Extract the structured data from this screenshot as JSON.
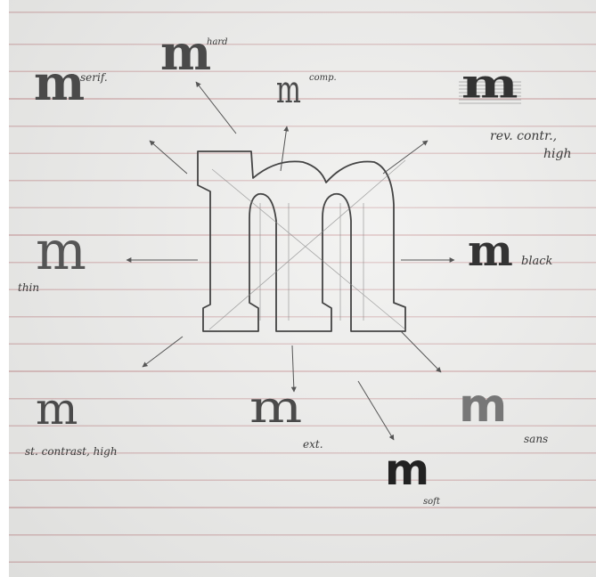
{
  "sketch": {
    "center_letter": "m",
    "variants": [
      {
        "name": "serif",
        "letter": "m",
        "label": "serif."
      },
      {
        "name": "hard",
        "letter": "m",
        "label": "hard"
      },
      {
        "name": "comp",
        "letter": "m",
        "label": "comp."
      },
      {
        "name": "reverse-contrast",
        "letter": "m",
        "label_line1": "rev. contr.,",
        "label_line2": "high"
      },
      {
        "name": "thin",
        "letter": "m",
        "label": "thin"
      },
      {
        "name": "black",
        "letter": "m",
        "label": "black"
      },
      {
        "name": "standard-contrast",
        "letter": "m",
        "label": "st. contrast, high"
      },
      {
        "name": "extended",
        "letter": "m",
        "label": "ext."
      },
      {
        "name": "sans",
        "letter": "m",
        "label": "sans"
      },
      {
        "name": "soft",
        "letter": "m",
        "label": "soft"
      }
    ],
    "colors": {
      "paper": "#ececea",
      "rule": "#d6b9b9",
      "pencil": "#4a4a4a"
    }
  }
}
